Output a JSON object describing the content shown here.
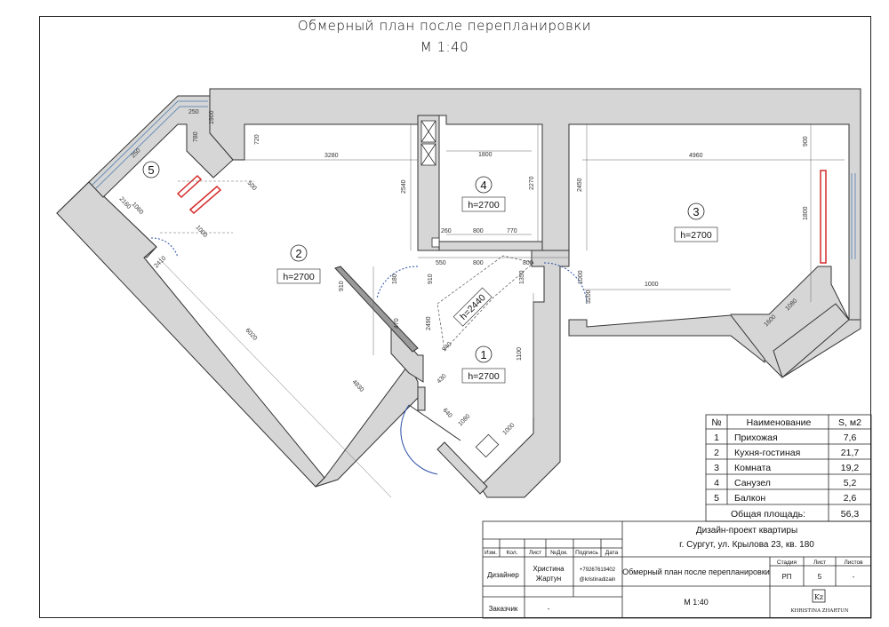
{
  "title": {
    "line1": "Обмерный план после перепланировки",
    "line2": "М 1:40"
  },
  "rooms": [
    {
      "num": "1",
      "height": "h=2700"
    },
    {
      "num": "2",
      "height": "h=2700"
    },
    {
      "num": "3",
      "height": "h=2700"
    },
    {
      "num": "4",
      "height": "h=2700"
    },
    {
      "num": "5",
      "height": ""
    }
  ],
  "corridor_height": "h=2440",
  "dimensions": [
    "720",
    "3280",
    "2540",
    "1800",
    "2270",
    "4960",
    "900",
    "2450",
    "1800",
    "800",
    "260",
    "800",
    "770",
    "550",
    "800",
    "1350",
    "1000",
    "1000",
    "3200",
    "180",
    "910",
    "910",
    "6020",
    "4830",
    "2490",
    "940",
    "430",
    "640",
    "1000",
    "1080",
    "470",
    "1600",
    "1080",
    "1100",
    "2160",
    "1060",
    "1000",
    "1900",
    "780",
    "250",
    "2410",
    "250",
    "250",
    "500"
  ],
  "explication": {
    "headers": [
      "№",
      "Наименование",
      "S, м2"
    ],
    "rows": [
      [
        "1",
        "Прихожая",
        "7,6"
      ],
      [
        "2",
        "Кухня-гостиная",
        "21,7"
      ],
      [
        "3",
        "Комната",
        "19,2"
      ],
      [
        "4",
        "Санузел",
        "5,2"
      ],
      [
        "5",
        "Балкон",
        "2,6"
      ]
    ],
    "total_label": "Общая площадь:",
    "total_value": "56,3"
  },
  "stamp": {
    "project_line1": "Дизайн-проект квартиры",
    "project_line2": "г. Сургут, ул. Крылова 23, кв. 180",
    "col_headers": [
      "Изм.",
      "Кол.",
      "Лист",
      "№Док.",
      "Подпись",
      "Дата"
    ],
    "designer_role": "Дизайнер",
    "designer_name1": "Христина",
    "designer_name2": "Жартун",
    "phone": "+79267619402",
    "instagram": "@kristinadizain",
    "sheet_title": "Обмерный план после перепланировки",
    "stage_label": "Стадия",
    "list_label": "Лист",
    "lists_label": "Листов",
    "stage_value": "РП",
    "list_value": "5",
    "lists_value": "-",
    "customer_label": "Заказчик",
    "customer_value": "-",
    "scale": "М 1:40",
    "logo_mark": "Kz",
    "logo_text": "KHRISTINA ZHARTUN"
  },
  "colors": {
    "wall_fill": "#d6d6d6",
    "wall_stroke": "#333333",
    "dim_line": "#555555",
    "door_arc": "#2a4fa8",
    "radiator": "#d42a2a",
    "window": "#9fc4e8"
  }
}
